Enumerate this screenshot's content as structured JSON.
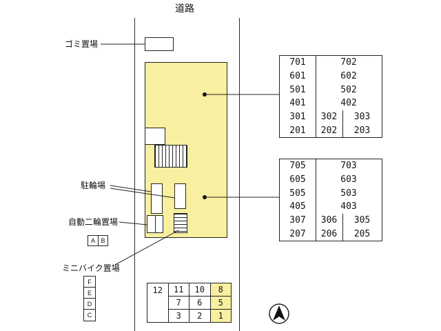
{
  "labels": {
    "road": "道路",
    "garbage_area": "ゴミ置場",
    "bicycle_parking": "駐輪場",
    "motorcycle_parking": "自動二輪置場",
    "minibike_parking": "ミニバイク置場"
  },
  "unit_boxes": {
    "ab": [
      "A",
      "B"
    ],
    "fedc": [
      "F",
      "E",
      "D",
      "C"
    ]
  },
  "parking_table": {
    "col1": "12",
    "col2": [
      "11",
      "7",
      "3"
    ],
    "col3": [
      "10",
      "6",
      "2"
    ],
    "col4": [
      "8",
      "5",
      "1"
    ]
  },
  "room_table_upper": {
    "rows_two_cell": [
      {
        "left": "701",
        "right": "702"
      },
      {
        "left": "601",
        "right": "602"
      },
      {
        "left": "501",
        "right": "502"
      },
      {
        "left": "401",
        "right": "402"
      }
    ],
    "rows_three_cell": [
      {
        "left": "301",
        "mid": "302",
        "right": "303"
      },
      {
        "left": "201",
        "mid": "202",
        "right": "203"
      }
    ]
  },
  "room_table_lower": {
    "rows_two_cell": [
      {
        "left": "705",
        "right": "703"
      },
      {
        "left": "605",
        "right": "603"
      },
      {
        "left": "505",
        "right": "503"
      },
      {
        "left": "405",
        "right": "403"
      }
    ],
    "rows_three_cell": [
      {
        "left": "307",
        "mid": "306",
        "right": "305"
      },
      {
        "left": "207",
        "mid": "206",
        "right": "205"
      }
    ]
  },
  "colors": {
    "building_fill": "#f8efa0",
    "line": "#222222"
  }
}
